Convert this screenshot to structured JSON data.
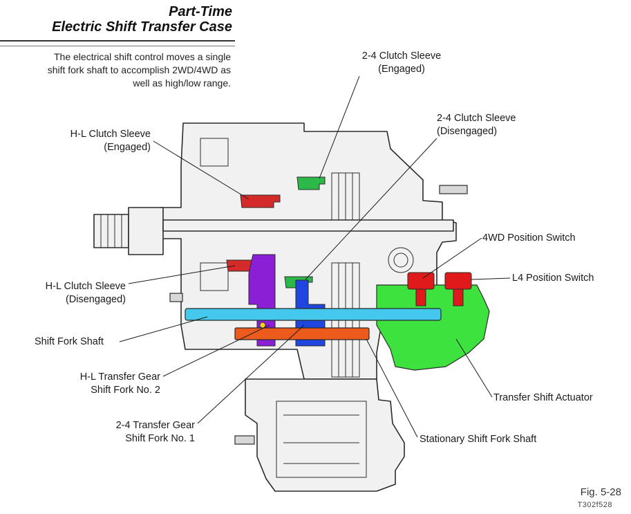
{
  "title": {
    "line1": "Part-Time",
    "line2": "Electric Shift Transfer Case"
  },
  "intro": {
    "line1": "The electrical shift control moves a single",
    "line2": "shift fork shaft to accomplish 2WD/4WD as",
    "line3": "well as high/low range."
  },
  "labels": {
    "sleeve_24_engaged": {
      "line1": "2-4 Clutch Sleeve",
      "line2": "(Engaged)"
    },
    "sleeve_24_disengaged": {
      "line1": "2-4 Clutch Sleeve",
      "line2": "(Disengaged)"
    },
    "sleeve_hl_engaged": {
      "line1": "H-L Clutch Sleeve",
      "line2": "(Engaged)"
    },
    "switch_4wd": "4WD Position Switch",
    "switch_l4": "L4 Position Switch",
    "sleeve_hl_disengaged": {
      "line1": "H-L Clutch Sleeve",
      "line2": "(Disengaged)"
    },
    "shift_fork_shaft": "Shift Fork Shaft",
    "fork_hl": {
      "line1": "H-L Transfer Gear",
      "line2": "Shift Fork No. 2"
    },
    "actuator": "Transfer Shift Actuator",
    "fork_24": {
      "line1": "2-4 Transfer Gear",
      "line2": "Shift Fork No. 1"
    },
    "stationary_shaft": "Stationary Shift Fork Shaft"
  },
  "figure": {
    "number": "Fig. 5-28",
    "code": "T302f528"
  },
  "colors": {
    "hl_sleeve": "#d42a2a",
    "clutch_24": "#2db84a",
    "actuator": "#3ee23e",
    "switches": "#e01a1a",
    "fork_shaft": "#44c8ee",
    "hl_fork": "#8a1fd6",
    "fork_24": "#1f47e0",
    "stationary_shaft": "#ec5a1c",
    "outline": "#2a2a2a",
    "body_fill": "#f1f1f1"
  }
}
